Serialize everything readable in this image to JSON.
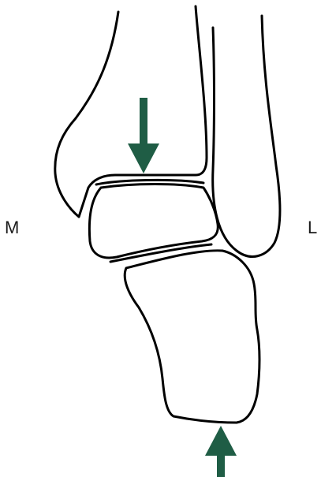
{
  "labels": {
    "medial": "M",
    "lateral": "L"
  },
  "colors": {
    "arrow": "#1f5d45",
    "outline": "#000000",
    "background": "#ffffff"
  },
  "arrows": [
    {
      "name": "downward-arrow",
      "direction": "down"
    },
    {
      "name": "upward-arrow",
      "direction": "up"
    }
  ]
}
